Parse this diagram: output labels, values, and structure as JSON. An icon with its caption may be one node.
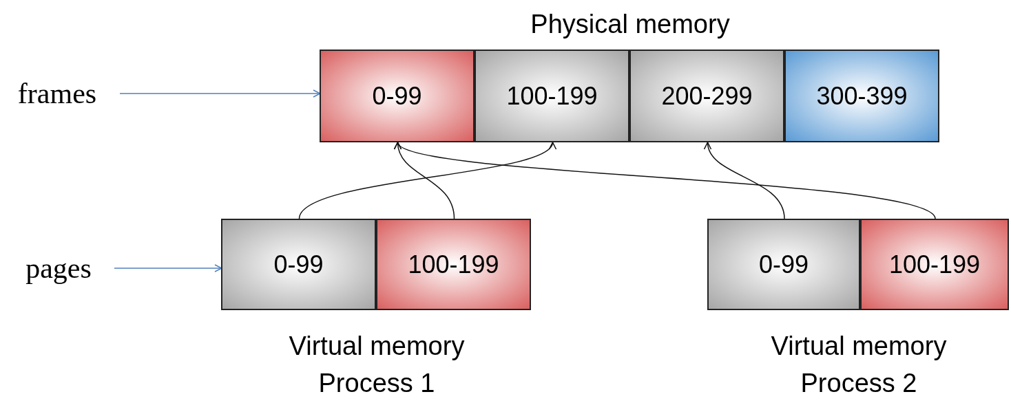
{
  "diagram": {
    "nodes": [
      {
        "text": [
          "frames"
        ]
      },
      {
        "text": [
          "Physical memory"
        ]
      },
      {
        "text": [
          "0-99"
        ],
        "in": 1
      },
      {
        "text": [
          "100-199"
        ],
        "in": 1
      },
      {
        "text": [
          "200-299"
        ],
        "in": 1
      },
      {
        "text": [
          "300-399"
        ],
        "in": 1
      },
      {
        "text": [
          "pages"
        ]
      },
      {
        "text": [
          "Virtual memory Process 1"
        ]
      },
      {
        "text": [
          "0-99"
        ],
        "in": 7
      },
      {
        "text": [
          "100-199"
        ],
        "in": 7
      },
      {
        "text": [
          "Virtual memory Process 2"
        ]
      },
      {
        "text": [
          "0-99"
        ],
        "in": 10
      },
      {
        "text": [
          "100-199"
        ],
        "in": 10
      }
    ],
    "edges": [
      {
        "from": 0,
        "to": 1,
        "arrow": "to",
        "color": "#4f81bd"
      },
      {
        "from": 6,
        "to": 7,
        "arrow": "to",
        "color": "#4f81bd"
      },
      {
        "from": 8,
        "to": 3,
        "arrow": "to"
      },
      {
        "from": 9,
        "to": 2,
        "arrow": "to"
      },
      {
        "from": 11,
        "to": 4,
        "arrow": "to"
      },
      {
        "from": 12,
        "to": 2,
        "arrow": "to"
      }
    ]
  }
}
